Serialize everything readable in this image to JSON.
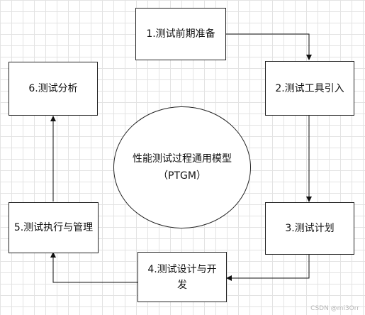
{
  "diagram": {
    "steps": [
      {
        "id": 1,
        "label": "1.测试前期准备"
      },
      {
        "id": 2,
        "label": "2.测试工具引入"
      },
      {
        "id": 3,
        "label": "3.测试计划"
      },
      {
        "id": 4,
        "label": "4.测试设计与开发"
      },
      {
        "id": 5,
        "label": "5.测试执行与管理"
      },
      {
        "id": 6,
        "label": "6.测试分析"
      }
    ],
    "center": {
      "line1": "性能测试过程通用模型",
      "line2": "（PTGM）"
    },
    "flow": [
      "1→2",
      "2→3",
      "3→4",
      "4→5",
      "5→6"
    ]
  },
  "watermark": "CSDN @mi3Orr"
}
